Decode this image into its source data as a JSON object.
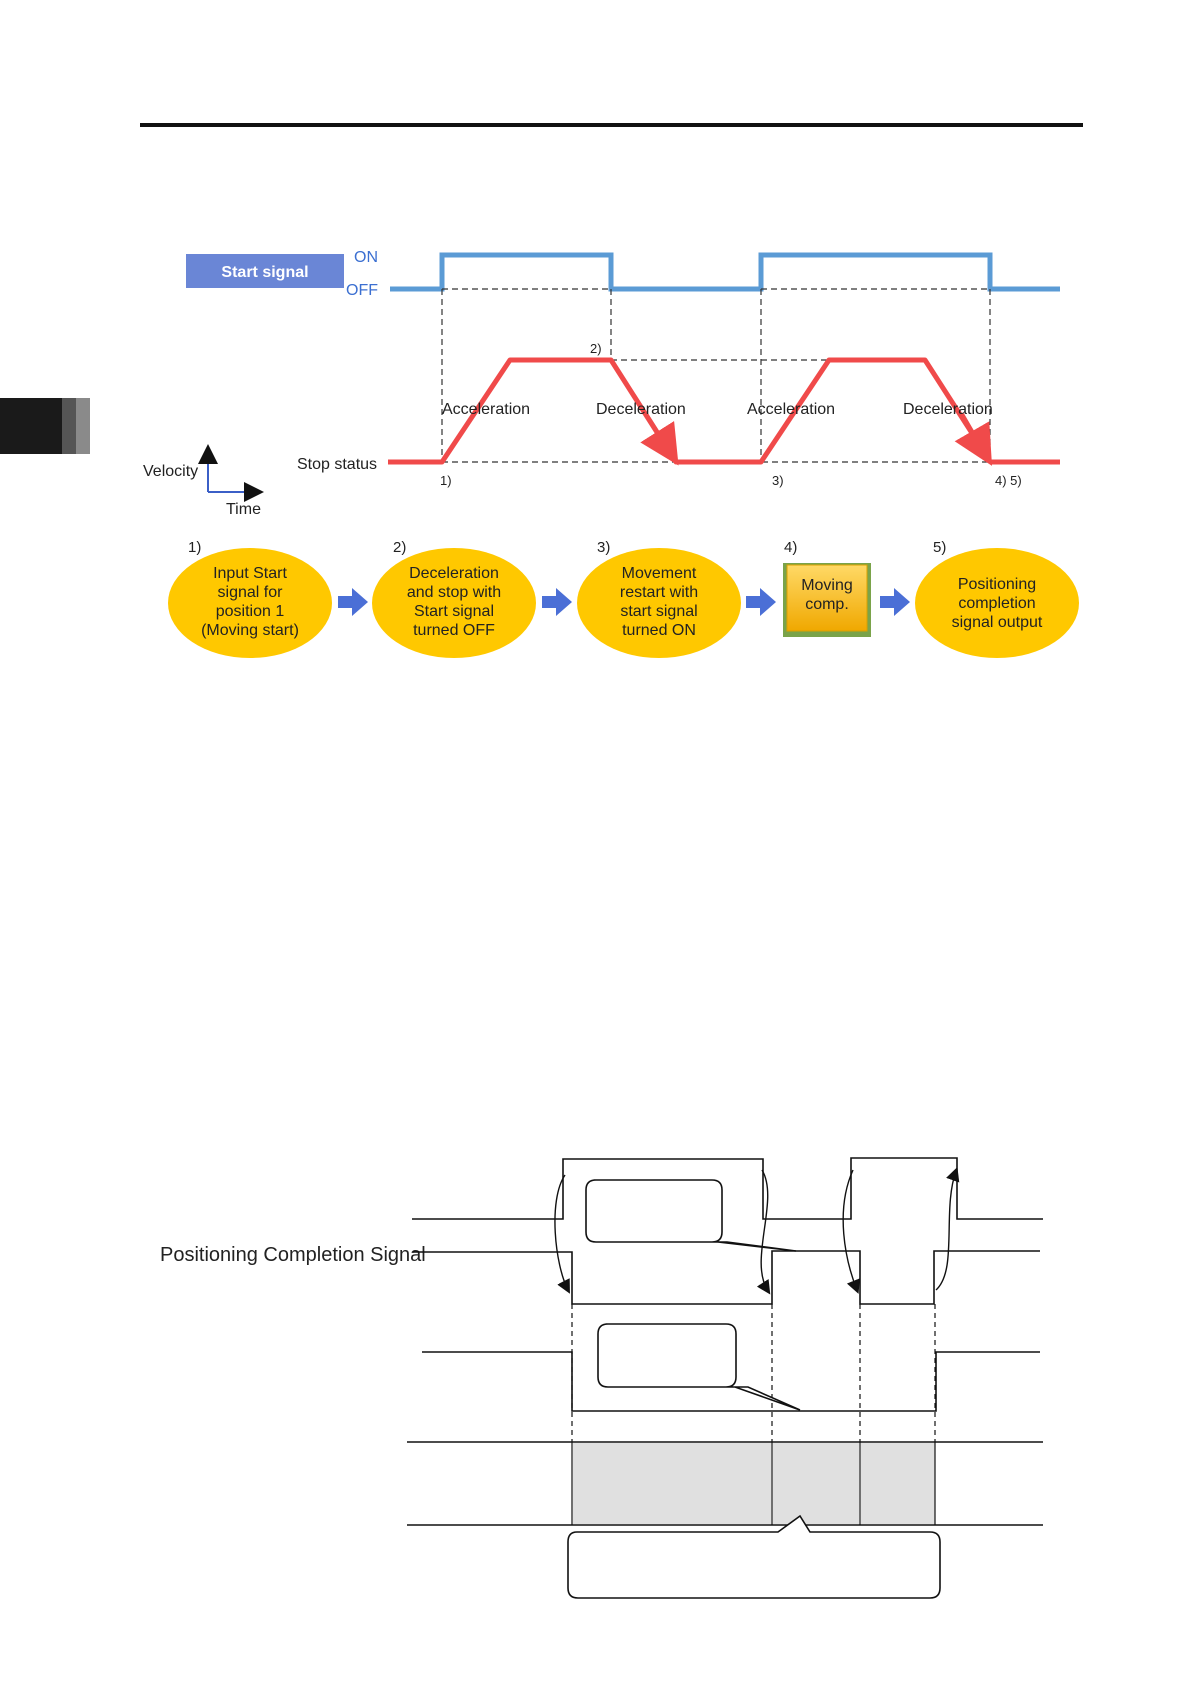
{
  "top_diagram": {
    "start_signal_label": "Start signal",
    "on_label": "ON",
    "off_label": "OFF",
    "point_1": "1)",
    "point_2": "2)",
    "point_3": "3)",
    "point_45": "4) 5)",
    "acceleration_1": "Acceleration",
    "deceleration_1": "Deceleration",
    "acceleration_2": "Acceleration",
    "deceleration_2": "Deceleration",
    "stop_status": "Stop status",
    "velocity": "Velocity",
    "time": "Time",
    "colors": {
      "start_signal": "#5b9bd5",
      "velocity": "#f04a4a",
      "label_box": "#6a86d6"
    }
  },
  "flow": {
    "steps": [
      {
        "number": "1)",
        "lines": [
          "Input Start",
          "signal for",
          "position 1",
          "(Moving start)"
        ]
      },
      {
        "number": "2)",
        "lines": [
          "Deceleration",
          "and stop with",
          "Start signal",
          "turned OFF"
        ]
      },
      {
        "number": "3)",
        "lines": [
          "Movement",
          "restart with",
          "start signal",
          "turned ON"
        ]
      },
      {
        "number": "4)",
        "lines": [
          "Moving",
          "comp."
        ]
      },
      {
        "number": "5)",
        "lines": [
          "Positioning",
          "completion",
          "signal output"
        ]
      }
    ],
    "colors": {
      "ellipse": "#ffc800",
      "box": "#f5b800",
      "arrow": "#4b6fd6"
    }
  },
  "bottom_diagram": {
    "positioning_completion_signal": "Positioning Completion Signal"
  }
}
